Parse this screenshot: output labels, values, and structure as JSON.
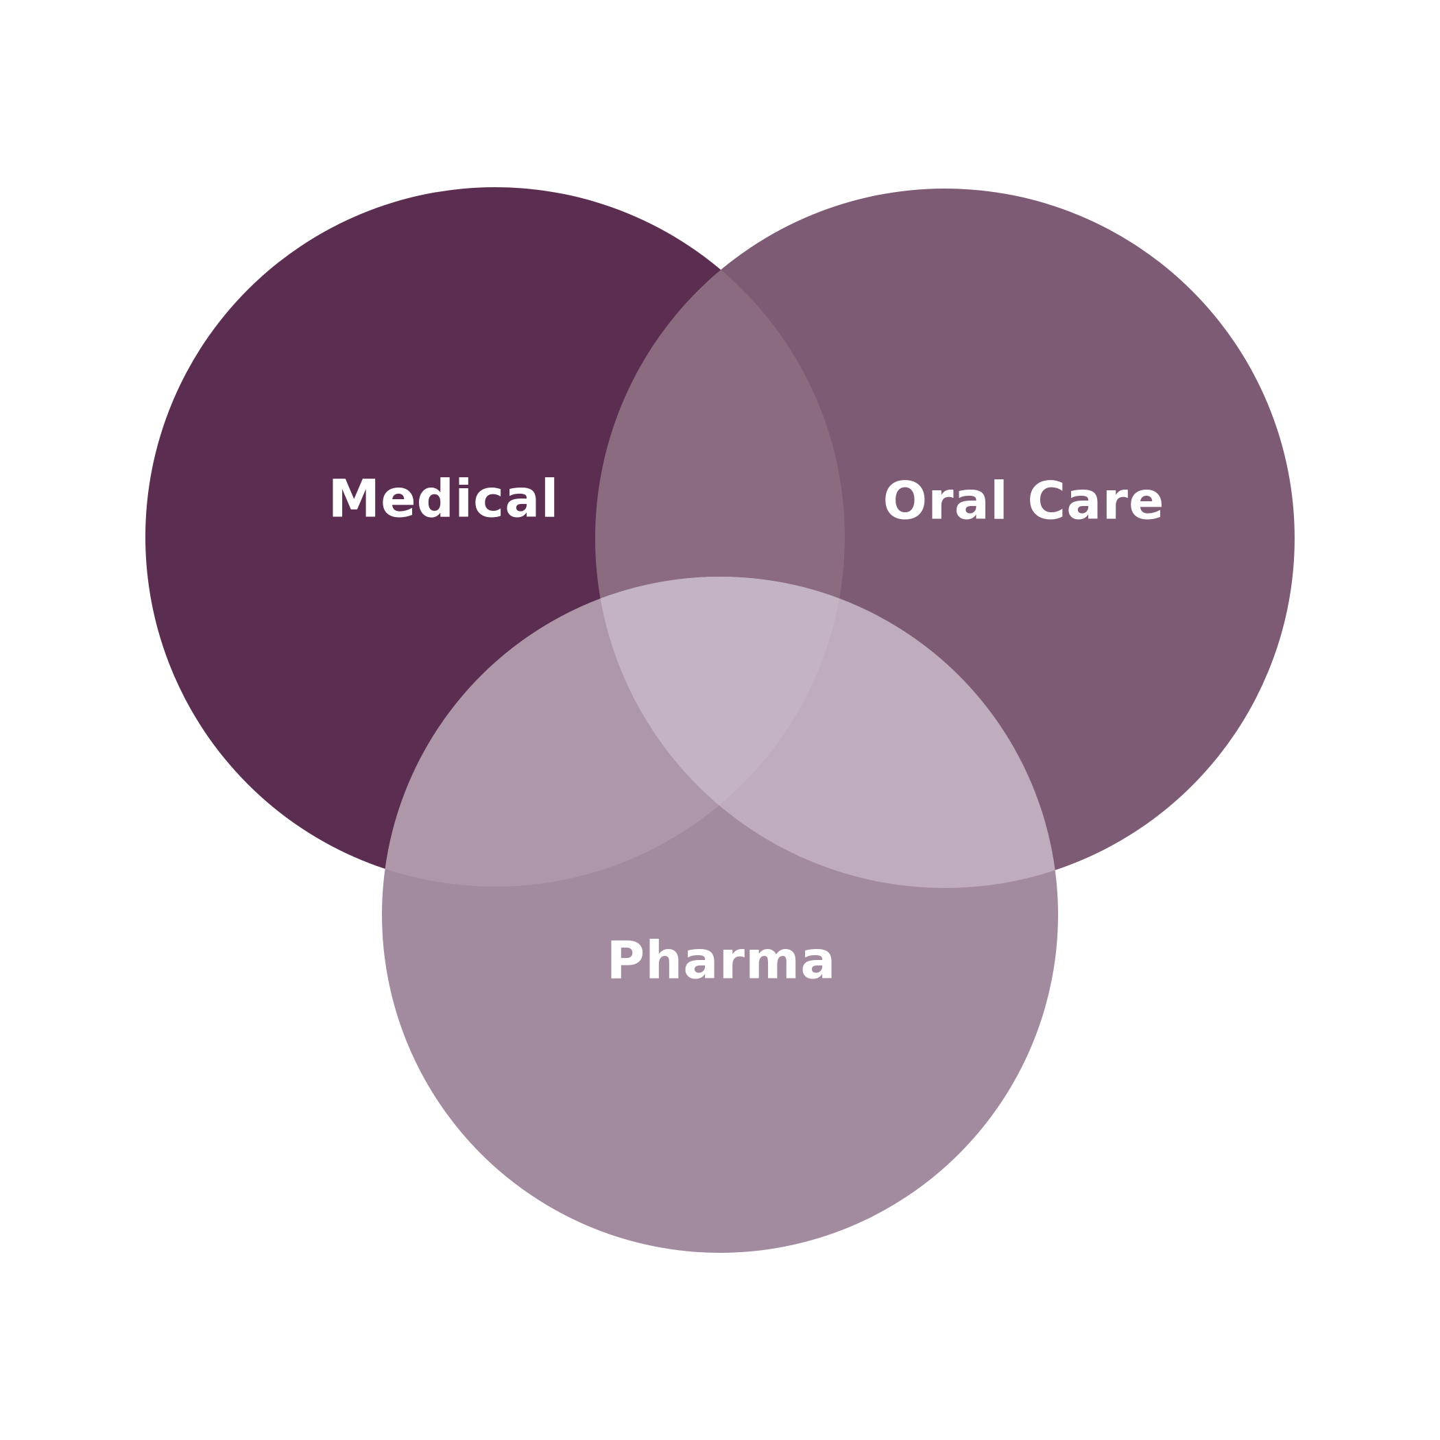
{
  "sets": [
    {
      "id": "medical",
      "label": "Medical",
      "color": "#5b2d50"
    },
    {
      "id": "oral-care",
      "label": "Oral Care",
      "color": "#7e5b75"
    },
    {
      "id": "pharma",
      "label": "Pharma",
      "color": "#a38b9f"
    }
  ],
  "intersections": {
    "medical_oral": "#8a6b80",
    "medical_pharma": "#ae97a8",
    "oral_pharma": "#bfacbc",
    "all": "#c4b3c1"
  }
}
